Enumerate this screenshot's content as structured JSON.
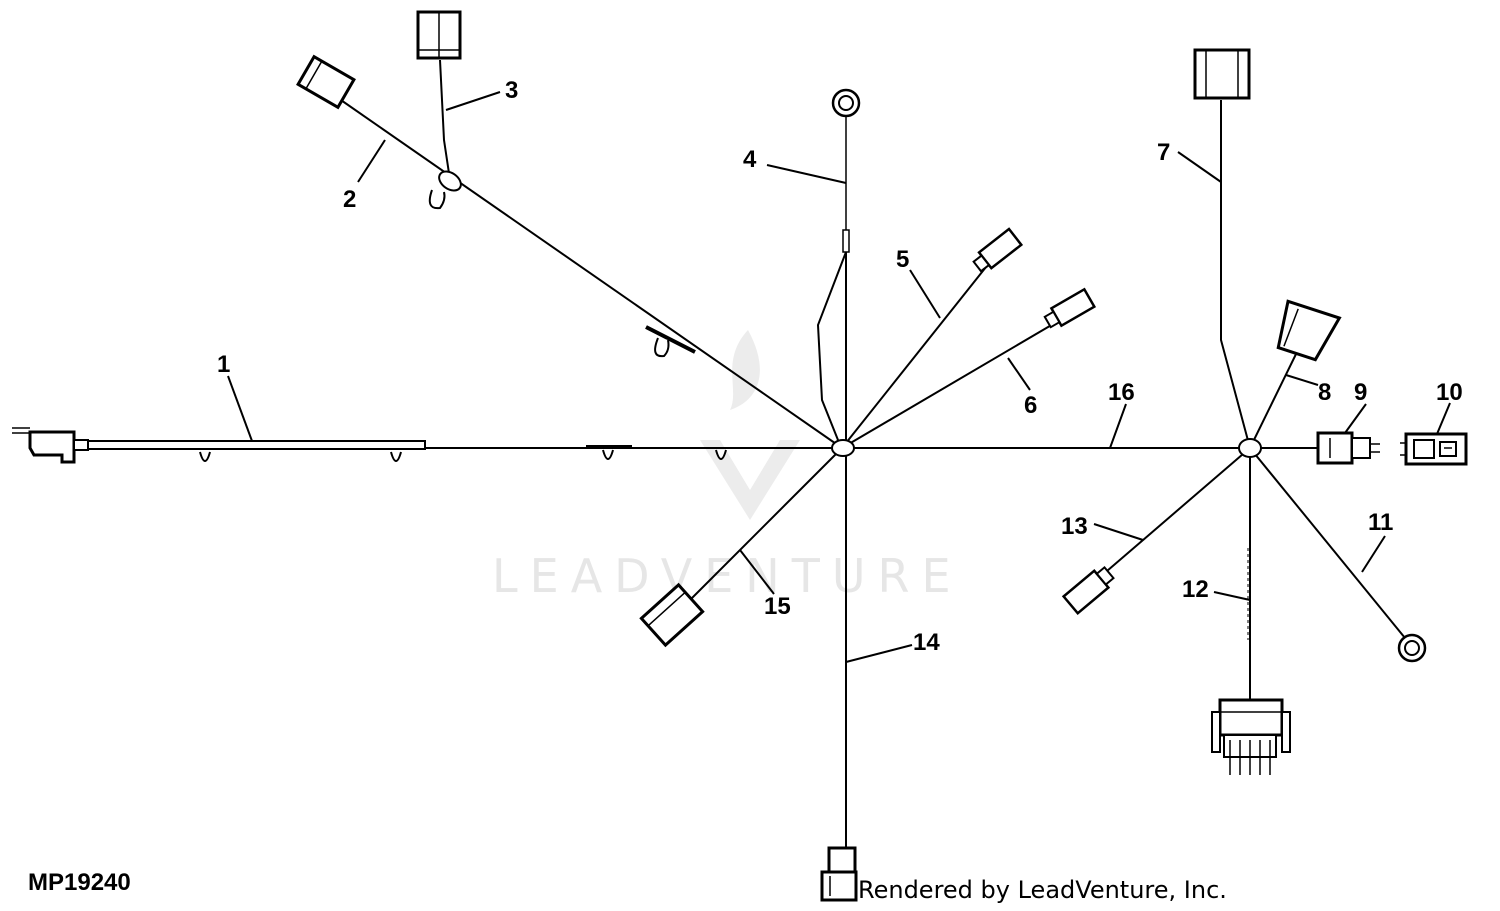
{
  "figure_id": "MP19240",
  "credit": "Rendered by LeadVenture, Inc.",
  "watermark": "LEADVENTURE",
  "callouts": [
    "1",
    "2",
    "3",
    "4",
    "5",
    "6",
    "7",
    "8",
    "9",
    "10",
    "11",
    "12",
    "13",
    "14",
    "15",
    "16"
  ]
}
